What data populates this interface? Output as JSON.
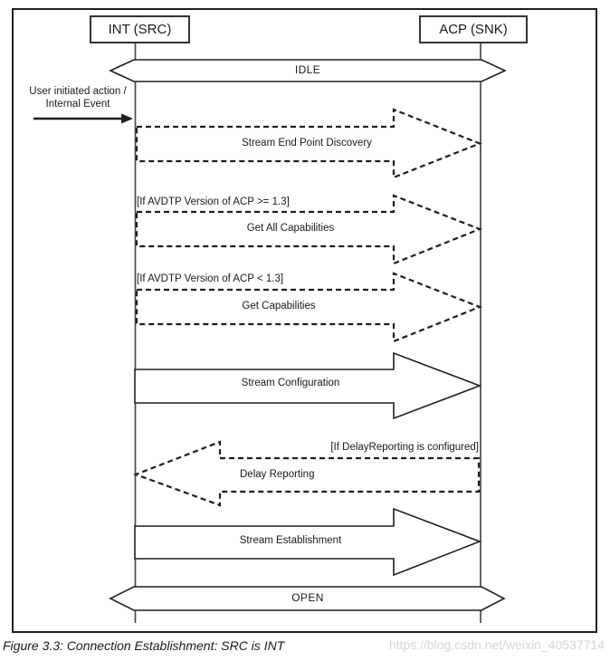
{
  "figure": {
    "caption": "Figure 3.3: Connection Establishment: SRC is INT",
    "watermark": "https://blog.csdn.net/weixin_40537714"
  },
  "diagram": {
    "participants": [
      {
        "label": "INT (SRC)"
      },
      {
        "label": "ACP (SNK)"
      }
    ],
    "states": {
      "start": "IDLE",
      "end": "OPEN"
    },
    "trigger": {
      "line1": "User initiated action /",
      "line2": "Internal Event"
    },
    "messages": [
      {
        "label": "Stream End Point Discovery",
        "style": "dashed",
        "direction": "right",
        "condition": ""
      },
      {
        "label": "Get All Capabilities",
        "style": "dashed",
        "direction": "right",
        "condition": "[If AVDTP Version of ACP >= 1.3]"
      },
      {
        "label": "Get Capabilities",
        "style": "dashed",
        "direction": "right",
        "condition": "[If AVDTP Version of ACP < 1.3]"
      },
      {
        "label": "Stream Configuration",
        "style": "solid",
        "direction": "right",
        "condition": ""
      },
      {
        "label": "Delay Reporting",
        "style": "dashed",
        "direction": "left",
        "condition": "[If DelayReporting is configured]"
      },
      {
        "label": "Stream Establishment",
        "style": "solid",
        "direction": "right",
        "condition": ""
      }
    ]
  },
  "colors": {
    "line": "#1f1f1f",
    "lifeline": "#4a4a4a",
    "text": "#1a1a1a",
    "watermark": "#d6d6d6",
    "background": "#ffffff"
  }
}
